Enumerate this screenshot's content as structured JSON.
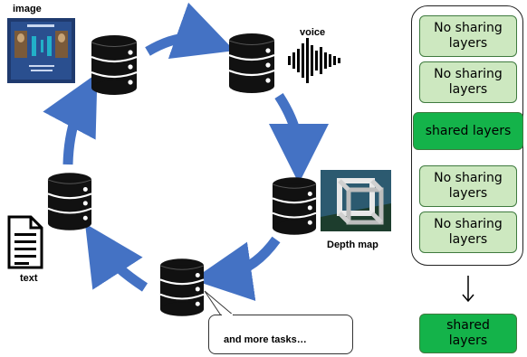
{
  "labels": {
    "image": "image",
    "voice": "voice",
    "depth_map": "Depth map",
    "text": "text",
    "more_tasks": "and more tasks…"
  },
  "panel": {
    "boxes": [
      {
        "text": "No sharing layers",
        "kind": "light"
      },
      {
        "text": "No sharing layers",
        "kind": "light"
      },
      {
        "text": "shared layers",
        "kind": "dark"
      },
      {
        "text": "No sharing layers",
        "kind": "light"
      },
      {
        "text": "No sharing layers",
        "kind": "light"
      }
    ],
    "bottom_box": "shared layers"
  },
  "colors": {
    "arrow": "#4472c4",
    "light_box": "#cde8c0",
    "dark_box": "#14b34a",
    "db": "#111111"
  },
  "icons": [
    "database-icon",
    "waveform-icon",
    "document-icon",
    "down-arrow-icon"
  ]
}
